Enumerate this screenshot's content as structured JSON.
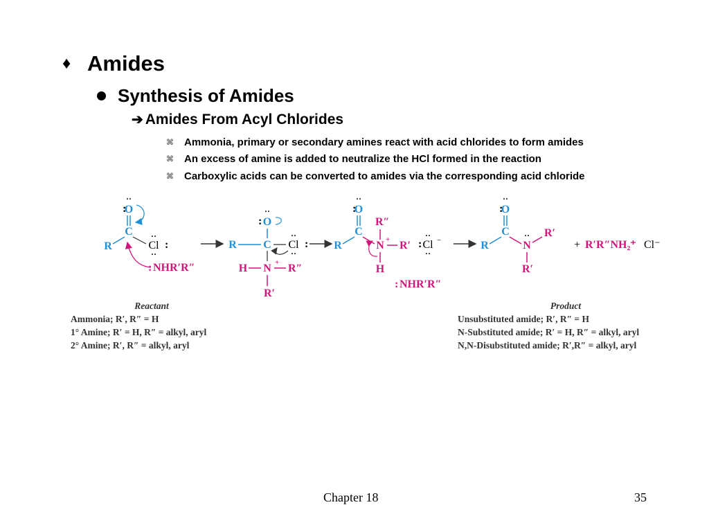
{
  "slide": {
    "title": "Amides",
    "title_bullet": "♦",
    "subtitle": "Synthesis of Amides",
    "section": "Amides From Acyl Chlorides",
    "section_bullet": "➔",
    "point_bullet": "⌘",
    "points": [
      "Ammonia, primary or secondary amines react with acid chlorides to form amides",
      "An excess of amine is added to neutralize the HCl formed in the reaction",
      "Carboxylic acids can be converted to amides via the corresponding acid chloride"
    ]
  },
  "diagram": {
    "colors": {
      "blue": "#1f8fd6",
      "magenta": "#d0157a",
      "black": "#000000"
    },
    "reactant_heading": "Reactant",
    "reactant_lines": [
      "Ammonia; R′, R″ = H",
      "1° Amine; R′ = H, R″ = alkyl, aryl",
      "2° Amine; R′, R″ = alkyl, aryl"
    ],
    "product_heading": "Product",
    "product_lines": [
      "Unsubstituted amide; R′, R″ = H",
      "N-Substituted amide; R′ = H, R″ = alkyl, aryl",
      "N,N-Disubstituted amide; R′,R″ = alkyl, aryl"
    ],
    "labels": {
      "O": "O",
      "C": "C",
      "R": "R",
      "Cl": "Cl",
      "N": "N",
      "H": "H",
      "lone": "··",
      "colon": ":",
      "plus": "+",
      "minus": "−",
      "dbl": "‖",
      "nhrr": "NHR′R″",
      "R1": "R′",
      "R2": "R″",
      "plus_sign": "+",
      "salt": "R′R″NH₂⁺",
      "chloride": "Cl⁻"
    }
  },
  "footer": {
    "chapter": "Chapter 18",
    "page": "35"
  }
}
